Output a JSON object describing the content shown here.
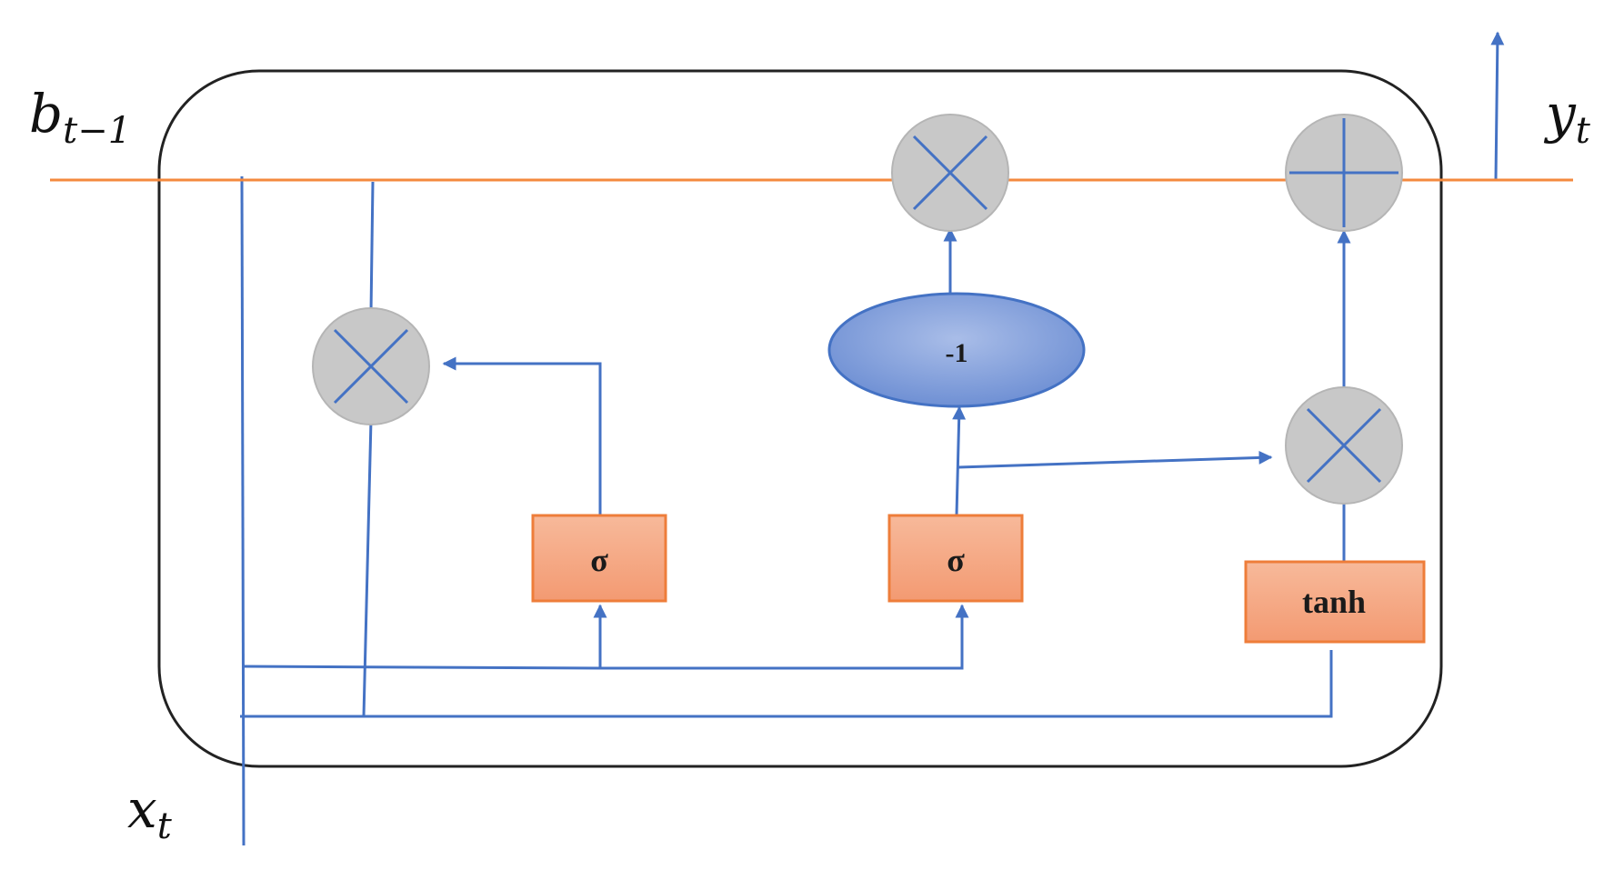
{
  "labels": {
    "prev_state_base": "b",
    "prev_state_sub": "t−1",
    "input_base": "x",
    "input_sub": "t",
    "output_base": "y",
    "output_sub": "t"
  },
  "nodes": {
    "sigma_left": "σ",
    "sigma_middle": "σ",
    "tanh": "tanh",
    "negate": "-1"
  },
  "colors": {
    "state_line": "#f4893e",
    "signal_line": "#4472c4",
    "operator_fill": "#c8c8c8",
    "gate_fill": "#f4a582",
    "gate_stroke": "#ee7d3a",
    "ellipse_fill": "#7f9fd9",
    "cell_border": "#222222"
  }
}
